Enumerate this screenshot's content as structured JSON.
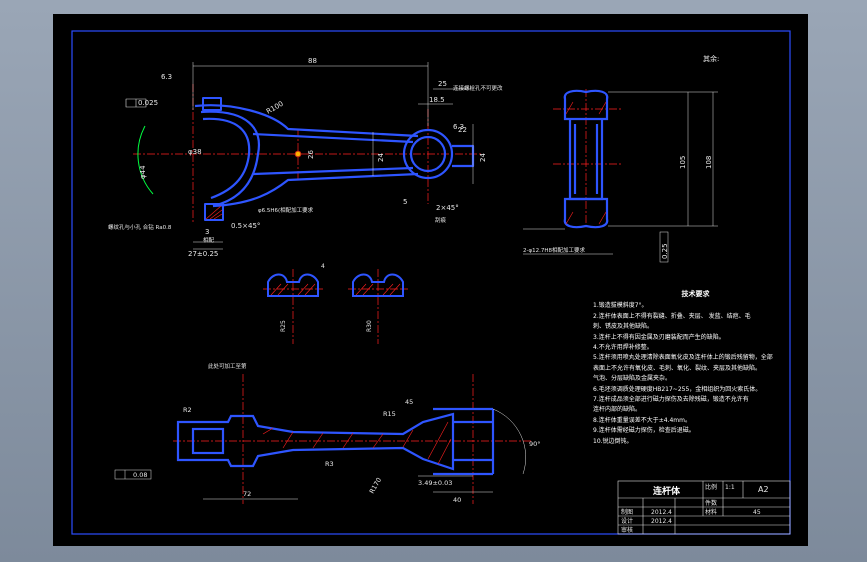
{
  "title_block": {
    "part_name": "连杆体",
    "ratio_label": "比例",
    "ratio_value": "1:1",
    "sheet_size": "A2",
    "qty_label": "件数",
    "material_label": "材料",
    "material_value": "45",
    "drafter_label": "制图",
    "designer_label": "设计",
    "reviewer_label": "审核",
    "date1": "2012.4",
    "date2": "2012.4"
  },
  "roughness_note": "其余:",
  "tech_requirements": {
    "title": "技术要求",
    "items": [
      "1.锻造拔模斜度7°。",
      "2.连杆体表面上不得有裂缝、折叠、夹层、 发蓝、结疤、毛",
      "   刺、锈皮及其他缺陷。",
      "3.连杆上不得有因金属及刃磨装配而产生的缺陷。",
      "4.不允许用焊补修整。",
      "5.连杆须用喷丸处理清除表面氧化皮及连杆体上的锻后残留物，全部",
      "   表面上不允许有氧化皮、毛刺、氧化、裂纹、夹层及其他缺陷。",
      "   气泡、分层缺陷及金属夹杂。",
      "6.毛坯须调质处理硬度HB217~255，金相组织为回火索氏体。",
      "7.连杆成品须全部进行磁力探伤及去除残磁，锻造不允许有",
      "   连杆内部的缺陷。",
      "8.连杆体重量误差不大于±4.4mm。",
      "9.连杆体需经磁力探伤，检查后退磁。",
      "10.锐边倒钝。"
    ]
  },
  "dims": {
    "d88": "88",
    "d25": "25",
    "dR100": "R100",
    "d18_5": "18.5",
    "d6_3": "6.3",
    "d26": "26",
    "d24": "24",
    "d24b": "24",
    "d22": "22",
    "d5": "5",
    "d2x45": "2×45°",
    "d0_5x45": "0.5×45°",
    "d27": "27±0.25",
    "d3": "3",
    "dphi6": "φ6.5H6(",
    "dphi38": "φ38",
    "dphi44": "φ44",
    "d105": "105",
    "d108": "108",
    "d0_25": "0.25",
    "dR25": "R25",
    "dR30": "R30",
    "dR3": "R3",
    "dR2": "R2",
    "dR15": "R15",
    "dR170": "R170",
    "d45": "45",
    "d4": "4",
    "d72": "72",
    "d40": "40",
    "d3_46": "3.49±0.03",
    "d0_08": "0.08",
    "d0_025": "0.025",
    "d90": "90°"
  },
  "annotations": {
    "ann1": "连接螺栓孔不可更改",
    "ann2": "刮痕",
    "ann3": "相配",
    "ann4": "2-φ12.7H8相配加工要求",
    "ann5": "螺纹孔与小孔 合钻 Ra0.8",
    "ann6": "φ6.5H6(相配加工要求",
    "ann7": "此处可加工至第"
  }
}
